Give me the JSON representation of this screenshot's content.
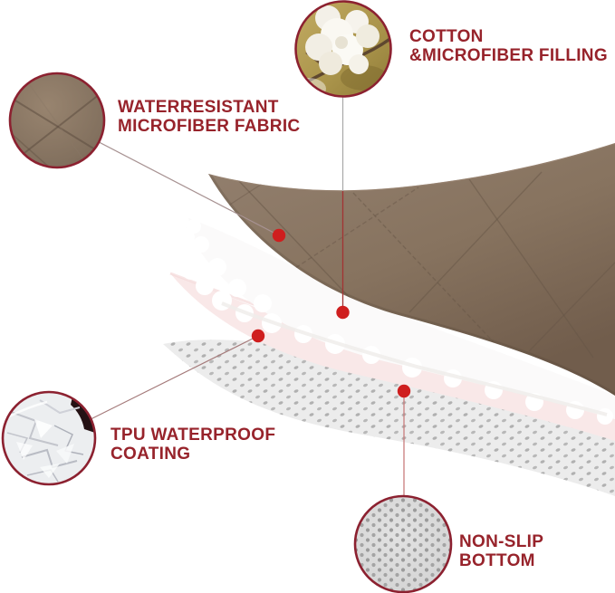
{
  "figure": {
    "type": "product-layer-diagram",
    "product": "quilted waterproof pad cross-section"
  },
  "callouts": {
    "fabric": {
      "label": "WATERRESISTANT\nMICROFIBER FABRIC",
      "inset": "quilted-brown-fabric-photo"
    },
    "cotton": {
      "label": "COTTON\n&MICROFIBER FILLING",
      "inset": "cotton-boll-photo"
    },
    "tpu": {
      "label": "TPU WATERPROOF\nCOATING",
      "inset": "crinkled-tpu-film-photo"
    },
    "nonslip": {
      "label": "NON-SLIP\nBOTTOM",
      "inset": "dotted-nonslip-fabric-photo"
    }
  },
  "layers": [
    {
      "name": "quilted-top-layer",
      "description": "brown quilted microfiber top"
    },
    {
      "name": "filling-layer",
      "description": "white cotton & microfiber filling"
    },
    {
      "name": "tpu-coating-layer",
      "description": "pale pink TPU waterproof coating"
    },
    {
      "name": "nonslip-bottom-layer",
      "description": "gray dotted non-slip bottom"
    }
  ],
  "colors": {
    "label_red": "#97232b",
    "circle_border": "#8c2130",
    "marker_dot_red": "#cf1e1e",
    "fabric_brown": "#8a7565",
    "fabric_brown_dark": "#74604f",
    "filling_white": "#fbfafa",
    "tpu_pink": "#f9e8e8",
    "bottom_gray": "#ececec",
    "bottom_gray_dot": "#a9a9a9",
    "background": "#ffffff"
  }
}
